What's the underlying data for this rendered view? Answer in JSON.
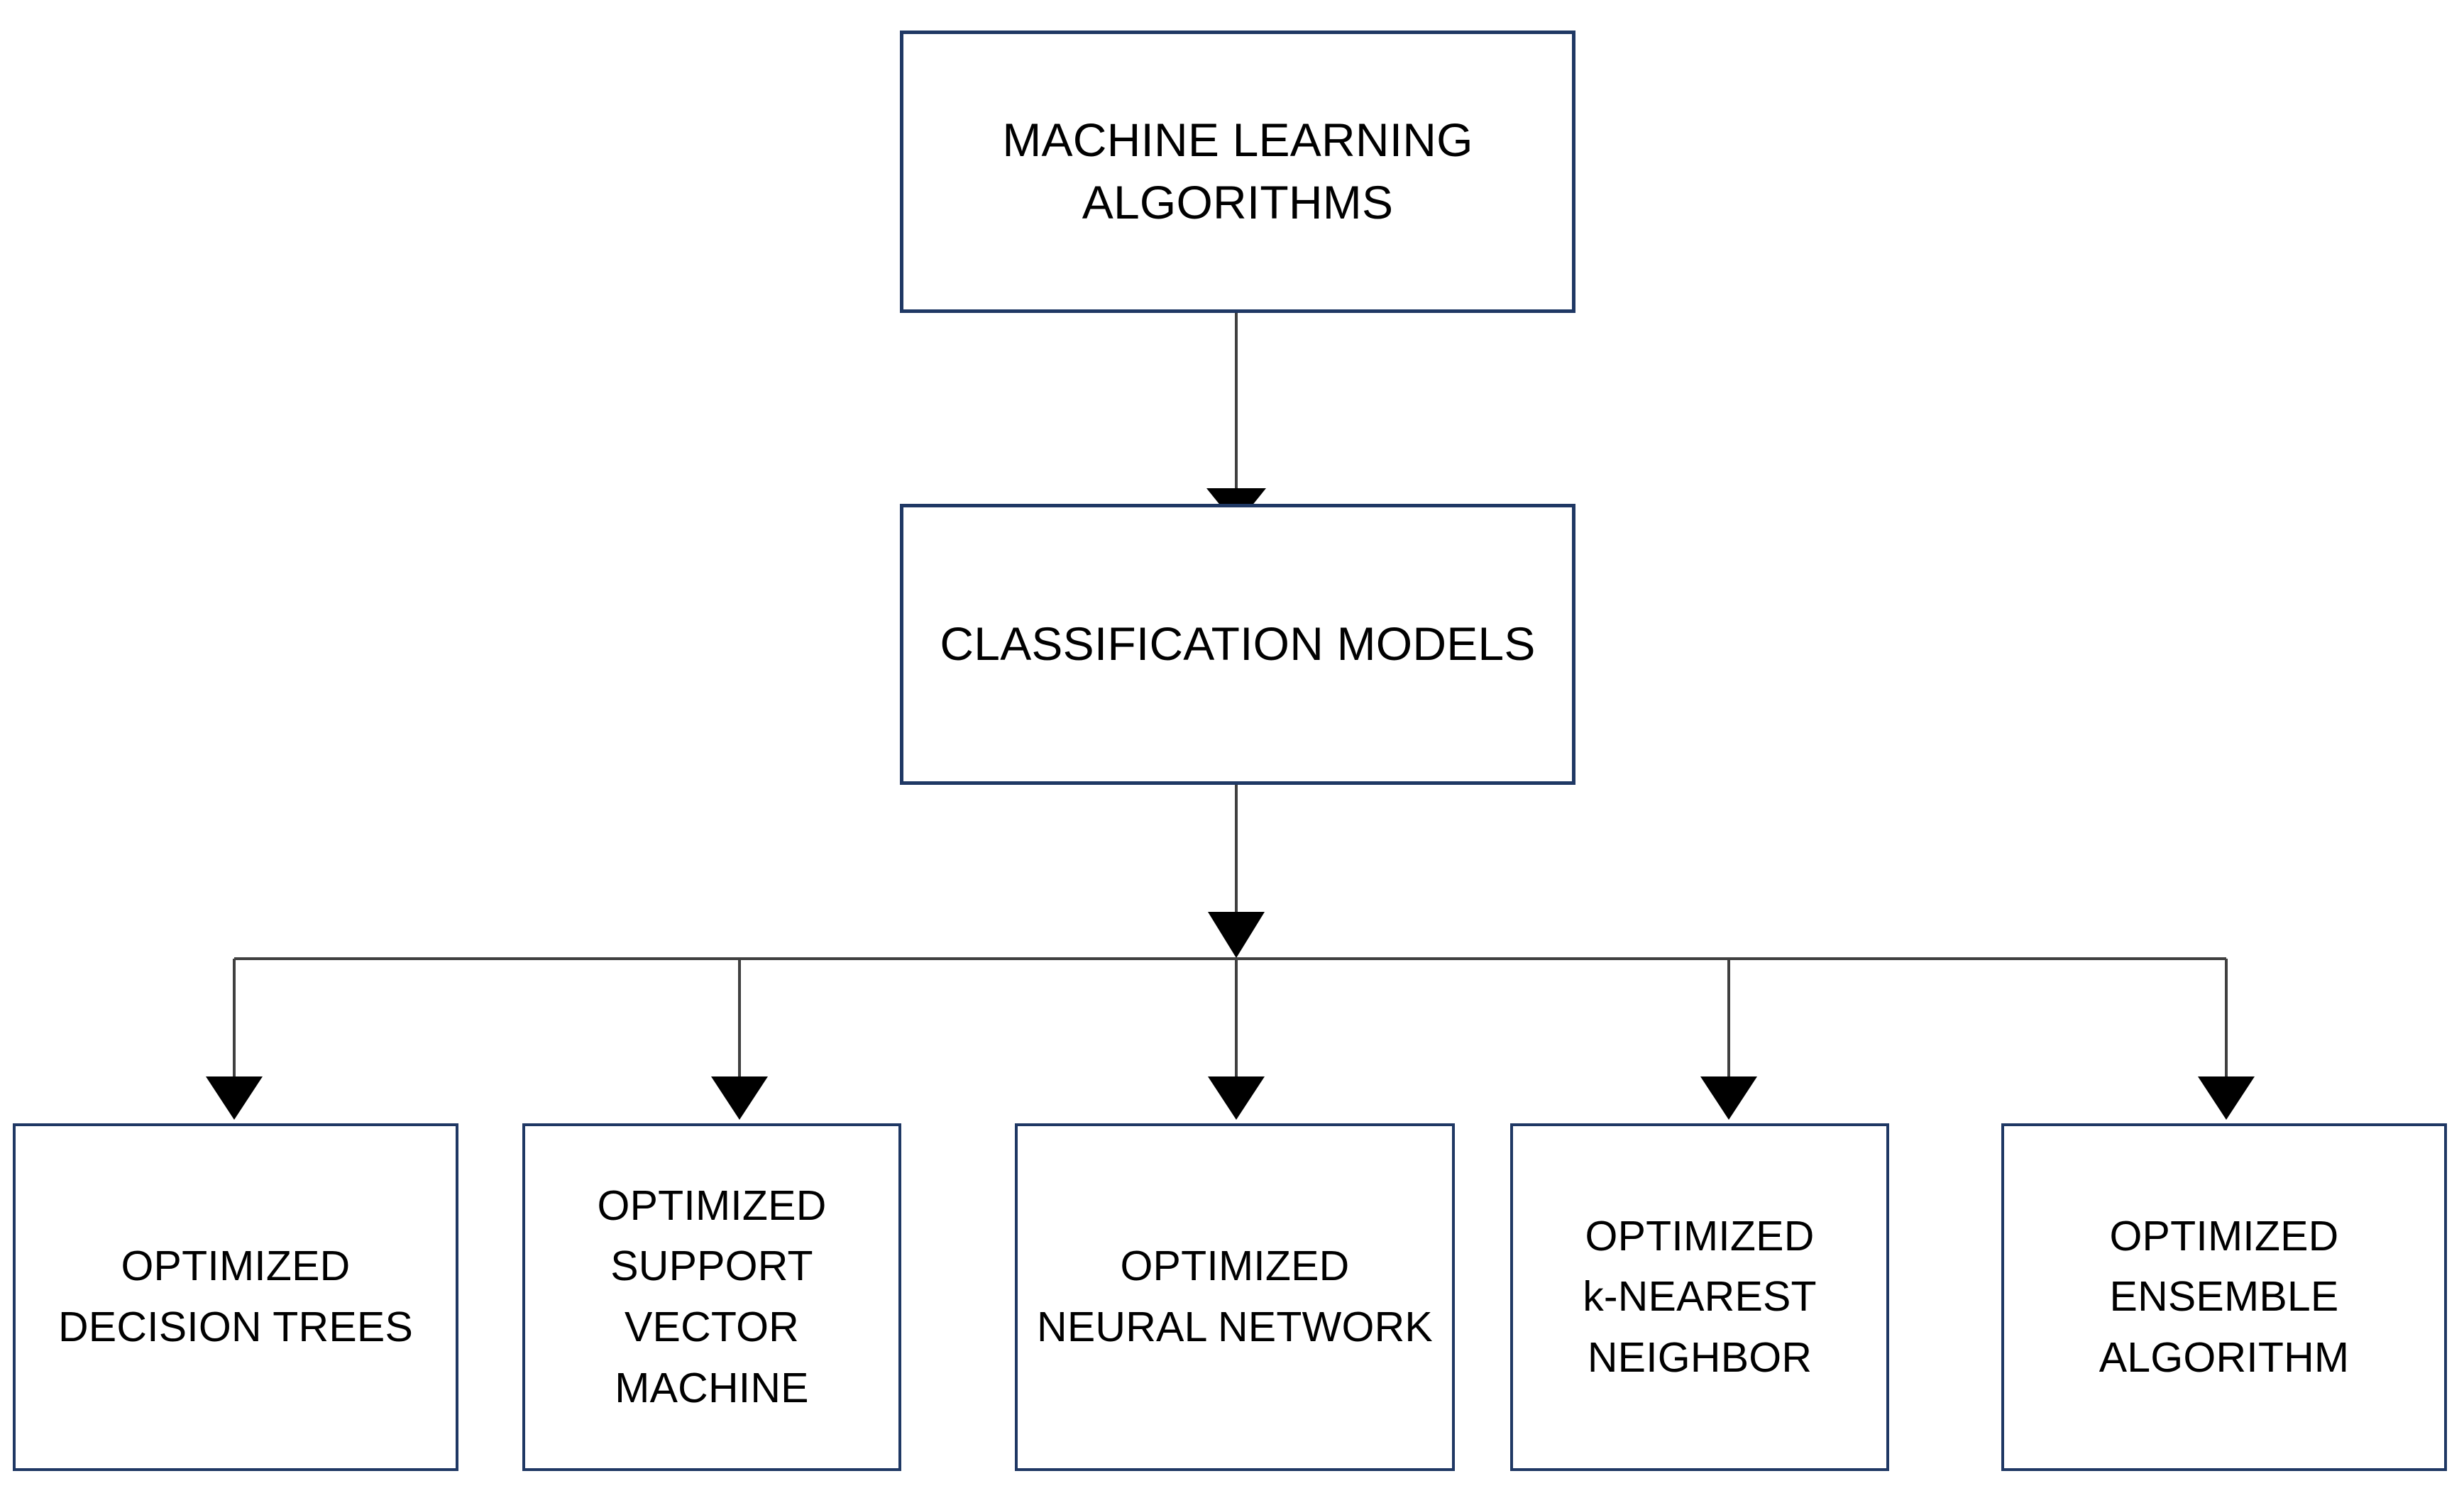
{
  "diagram": {
    "title": "Machine learning classification model hierarchy",
    "orientation": "top-down tree",
    "accent_color": "#1F3864",
    "connector_color": "#404040",
    "background_color": "#FFFFFF",
    "text_color": "#000000"
  },
  "nodes": {
    "root": {
      "id": "machine-learning-algorithms",
      "label": "MACHINE LEARNING\nALGORITHMS",
      "level": 0
    },
    "classification": {
      "id": "classification-models",
      "label": "CLASSIFICATION MODELS",
      "level": 1
    },
    "leaves": [
      {
        "id": "optimized-decision-trees",
        "label": "OPTIMIZED\nDECISION TREES",
        "level": 2
      },
      {
        "id": "optimized-support-vector-machine",
        "label": "OPTIMIZED\nSUPPORT VECTOR\nMACHINE",
        "level": 2
      },
      {
        "id": "optimized-neural-network",
        "label": "OPTIMIZED\nNEURAL NETWORK",
        "level": 2
      },
      {
        "id": "optimized-k-nearest-neighbor",
        "label": "OPTIMIZED\nk-NEAREST\nNEIGHBOR",
        "level": 2
      },
      {
        "id": "optimized-ensemble-algorithm",
        "label": "OPTIMIZED\nENSEMBLE\nALGORITHM",
        "level": 2
      }
    ]
  },
  "edges": [
    {
      "from": "machine-learning-algorithms",
      "to": "classification-models",
      "style": "straight-arrow"
    },
    {
      "from": "classification-models",
      "to": "optimized-decision-trees",
      "style": "elbow-arrow"
    },
    {
      "from": "classification-models",
      "to": "optimized-support-vector-machine",
      "style": "elbow-arrow"
    },
    {
      "from": "classification-models",
      "to": "optimized-neural-network",
      "style": "straight-arrow"
    },
    {
      "from": "classification-models",
      "to": "optimized-k-nearest-neighbor",
      "style": "elbow-arrow"
    },
    {
      "from": "classification-models",
      "to": "optimized-ensemble-algorithm",
      "style": "elbow-arrow"
    }
  ]
}
